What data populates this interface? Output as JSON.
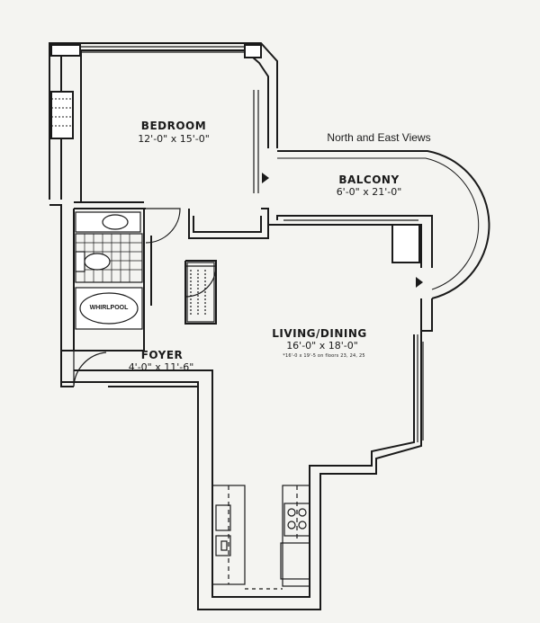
{
  "rooms": {
    "bedroom": {
      "name": "BEDROOM",
      "dims": "12'-0\" x 15'-0\""
    },
    "balcony": {
      "name": "BALCONY",
      "dims": "6'-0\" x 21'-0\""
    },
    "living": {
      "name": "LIVING/DINING",
      "dims": "16'-0\" x 18'-0\"",
      "note": "*16'-0 x 19'-5  on floors 23, 24, 25"
    },
    "foyer": {
      "name": "FOYER",
      "dims": "4'-0\" x 11'-6\""
    }
  },
  "fixtures": {
    "whirlpool": "WHIRLPOOL"
  },
  "views_label": "North and East Views",
  "colors": {
    "ink": "#1a1a1a",
    "wall_fill": "#ffffff",
    "paper": "#f4f4f1"
  }
}
